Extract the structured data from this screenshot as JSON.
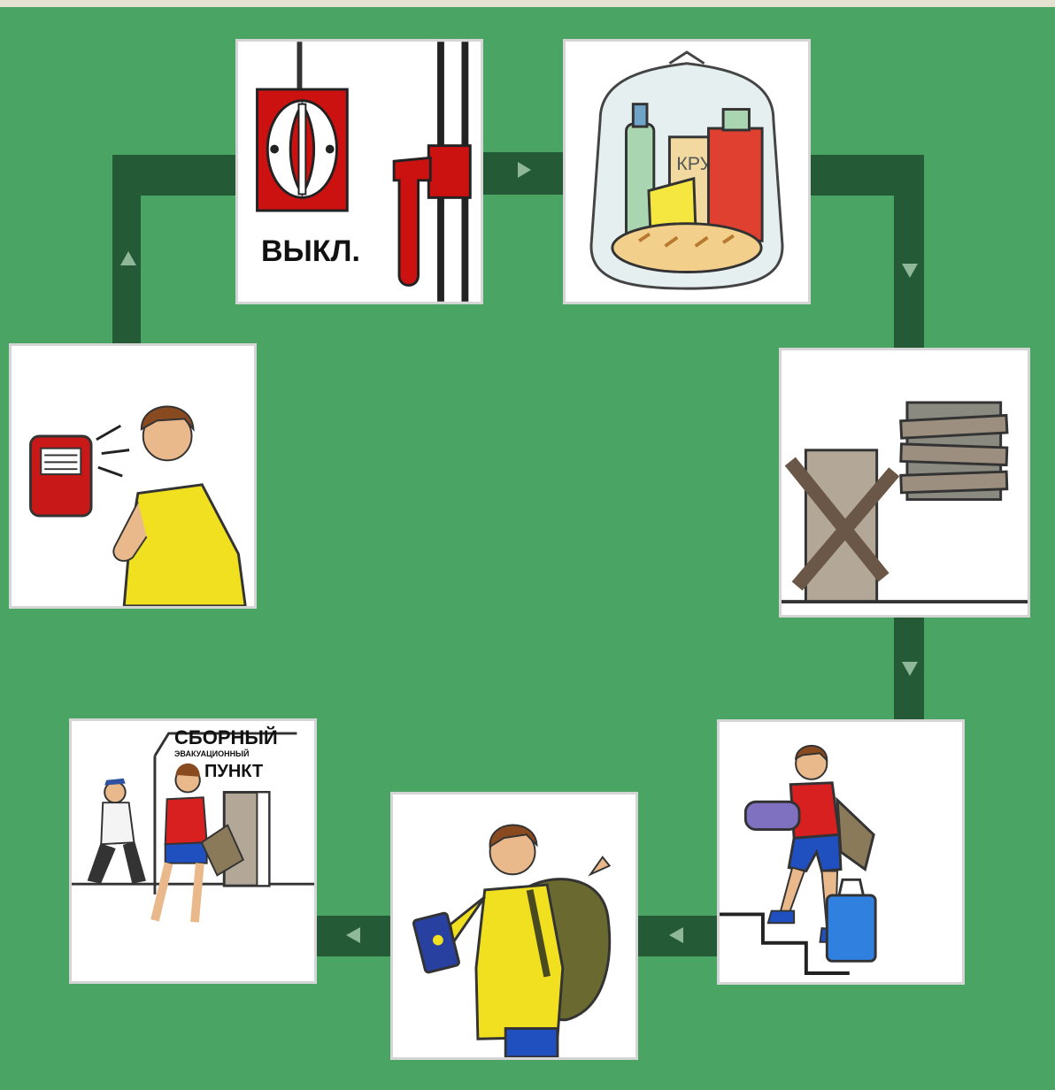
{
  "colors": {
    "background": "#4aa564",
    "connector": "#245a35",
    "arrow": "#8fb89a",
    "panel_border": "#d5d5d5"
  },
  "steps": [
    {
      "id": "switch-off-power",
      "label": "ВЫКЛ."
    },
    {
      "id": "pack-food-supplies"
    },
    {
      "id": "board-up-door-and-windows"
    },
    {
      "id": "carry-luggage-downstairs"
    },
    {
      "id": "take-documents-and-backpack"
    },
    {
      "id": "go-to-assembly-point",
      "sign": {
        "line1": "СБОРНЫЙ",
        "line2": "ЭВАКУАЦИОННЫЙ",
        "line3": "ПУНКТ"
      }
    },
    {
      "id": "listen-to-radio-announcement"
    }
  ]
}
